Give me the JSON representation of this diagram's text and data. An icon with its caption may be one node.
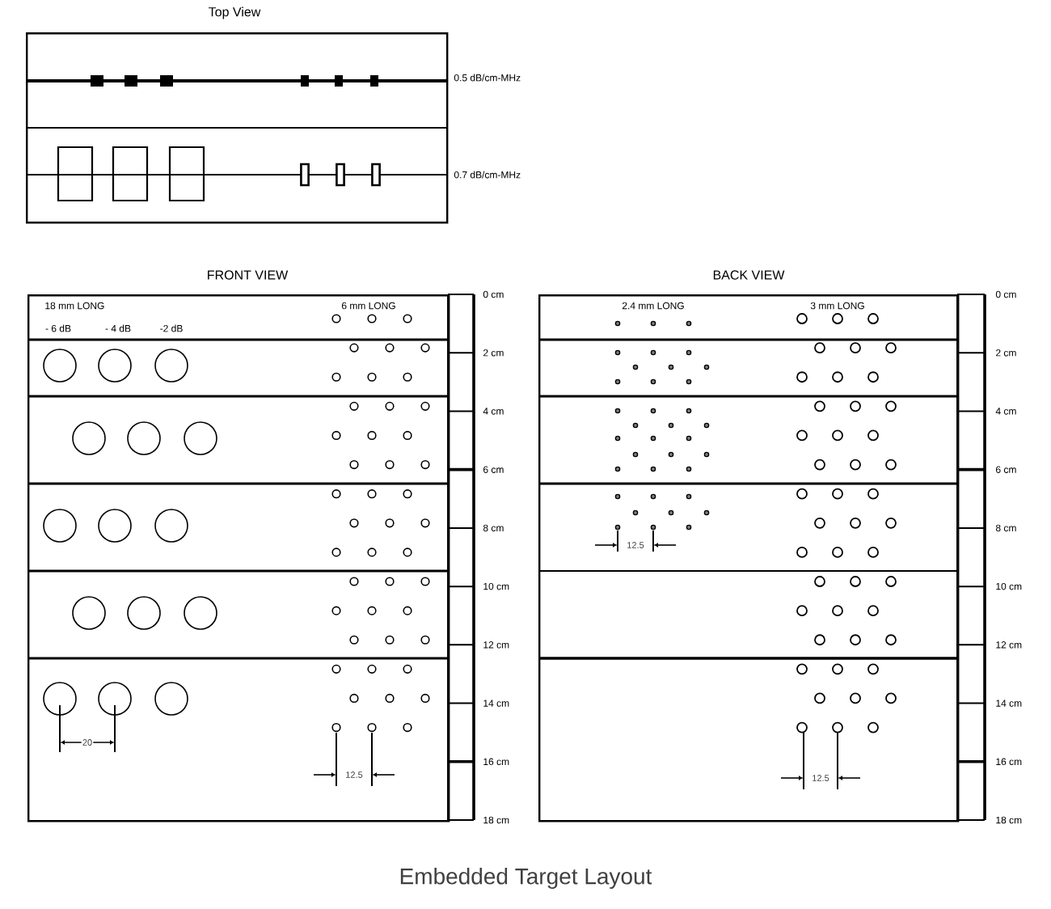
{
  "diagram": {
    "caption": "Embedded Target Layout",
    "nodes": [
      {
        "text": [
          "Top View"
        ],
        "beside": [
          "0.5 dB/cm-MHz",
          "0.7 dB/cm-MHz"
        ]
      },
      {
        "text": [
          "FRONT VIEW",
          "18 mm LONG",
          "- 6 dB",
          "- 4 dB",
          "-2 dB",
          "6 mm LONG"
        ]
      },
      {
        "text": [
          "BACK VIEW",
          "2.4 mm LONG",
          "3 mm LONG"
        ]
      }
    ],
    "labels": [
      "0 cm",
      "2 cm",
      "4 cm",
      "6 cm",
      "8 cm",
      "10 cm",
      "12 cm",
      "14 cm",
      "16 cm",
      "18 cm",
      "20",
      "12.5",
      "0 cm",
      "2 cm",
      "4 cm",
      "6 cm",
      "8 cm",
      "10 cm",
      "12 cm",
      "14 cm",
      "16 cm",
      "18 cm",
      "12.5",
      "12.5"
    ]
  }
}
